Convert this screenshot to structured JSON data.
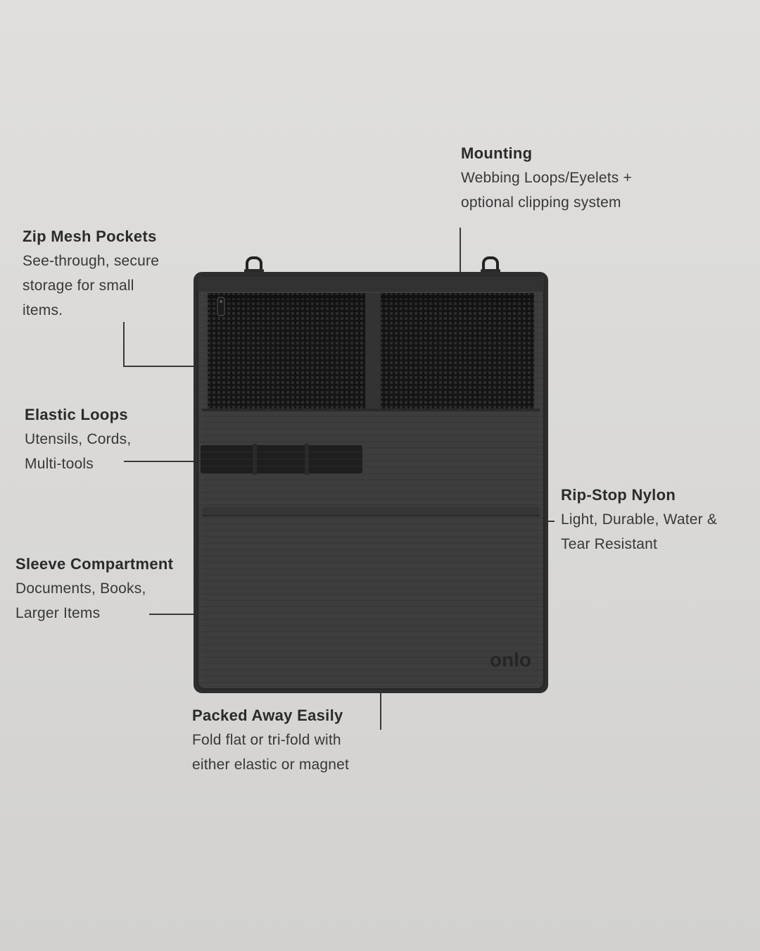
{
  "callouts": {
    "mounting": {
      "title": "Mounting",
      "lines": [
        "Webbing Loops/Eyelets +",
        "optional clipping system"
      ]
    },
    "zip_mesh": {
      "title": "Zip Mesh Pockets",
      "lines": [
        "See-through, secure",
        "storage for small",
        "items."
      ]
    },
    "elastic_loops": {
      "title": "Elastic Loops",
      "lines": [
        "Utensils, Cords,",
        "Multi-tools"
      ]
    },
    "rip_stop": {
      "title": "Rip-Stop Nylon",
      "lines": [
        "Light, Durable, Water &",
        "Tear Resistant"
      ]
    },
    "sleeve": {
      "title": "Sleeve Compartment",
      "lines": [
        "Documents, Books,",
        "Larger Items"
      ]
    },
    "packed": {
      "title": "Packed Away Easily",
      "lines": [
        "Fold flat or tri-fold with",
        "either elastic or magnet"
      ]
    }
  },
  "product": {
    "brand_logo": "onlo"
  },
  "colors": {
    "background": "#dcdbd9",
    "fabric": "#3b3b3b",
    "text": "#2f2f2f"
  }
}
